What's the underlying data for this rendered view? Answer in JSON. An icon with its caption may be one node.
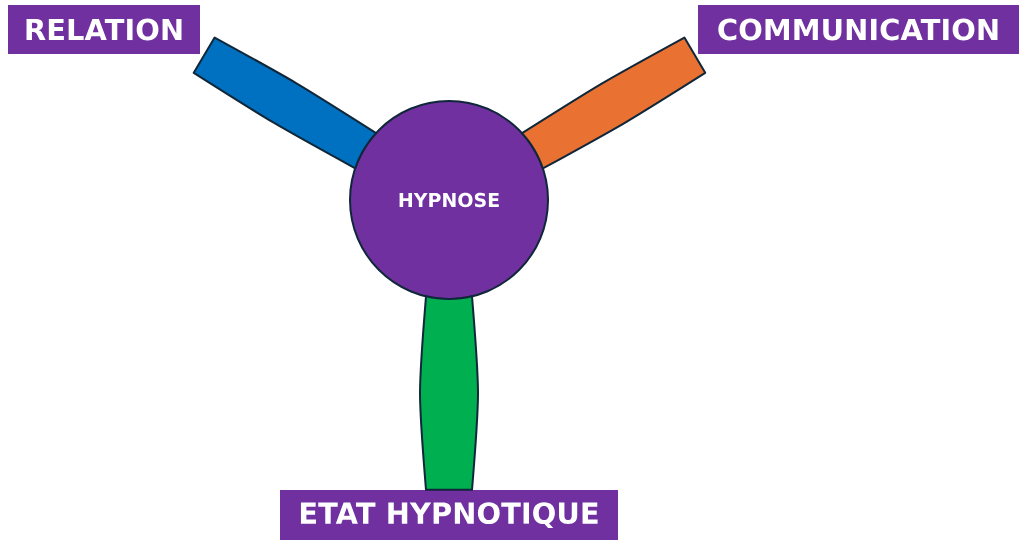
{
  "diagram": {
    "nodes": [
      {
        "text": [
          "HYPNOSE"
        ]
      },
      {
        "text": [
          "RELATION"
        ]
      },
      {
        "text": [
          "COMMUNICATION"
        ]
      },
      {
        "text": [
          "ETAT HYPNOTIQUE"
        ]
      }
    ],
    "edges": [
      {
        "from": 0,
        "to": 1,
        "arrow": "none",
        "style": "thick",
        "color": "#0070c0"
      },
      {
        "from": 0,
        "to": 2,
        "arrow": "none",
        "style": "thick",
        "color": "#e97132"
      },
      {
        "from": 0,
        "to": 3,
        "arrow": "none",
        "style": "thick",
        "color": "#00b050"
      }
    ]
  }
}
